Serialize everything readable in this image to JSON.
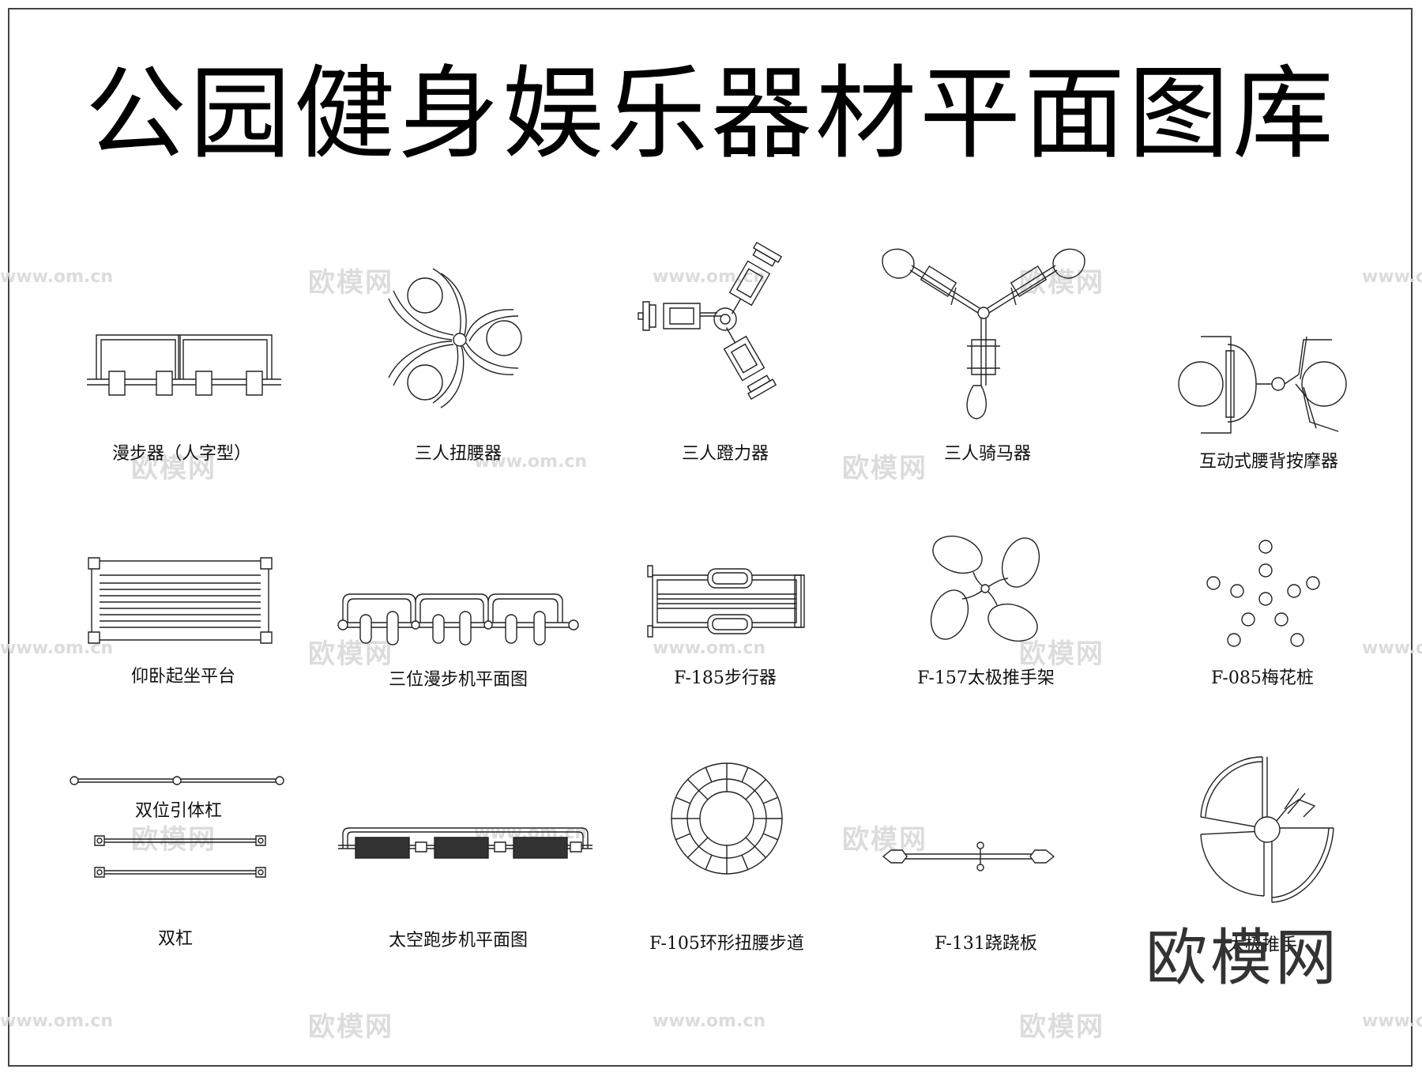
{
  "title": "公园健身娱乐器材平面图库",
  "brand": "欧模网",
  "watermark": {
    "cn": "欧模网",
    "url": "www.om.cn"
  },
  "items": [
    {
      "id": "walker-y",
      "label": "漫步器（人字型）",
      "icon": "walker-y-icon"
    },
    {
      "id": "waist-twister-3",
      "label": "三人扭腰器",
      "icon": "waist-twister-icon"
    },
    {
      "id": "leg-press-3",
      "label": "三人蹬力器",
      "icon": "leg-press-icon"
    },
    {
      "id": "horse-rider-3",
      "label": "三人骑马器",
      "icon": "horse-rider-icon"
    },
    {
      "id": "back-massager",
      "label": "互动式腰背按摩器",
      "icon": "back-massager-icon"
    },
    {
      "id": "situp-bench",
      "label": "仰卧起坐平台",
      "icon": "situp-bench-icon"
    },
    {
      "id": "walker-3",
      "label": "三位漫步机平面图",
      "icon": "triple-walker-icon"
    },
    {
      "id": "stepper-f185",
      "label": "F-185步行器",
      "icon": "stepper-icon"
    },
    {
      "id": "taichi-f157",
      "label": "F-157太极推手架",
      "icon": "taichi-wheel-icon"
    },
    {
      "id": "plum-f085",
      "label": "F-085梅花桩",
      "icon": "plum-posts-icon"
    },
    {
      "id": "pullup-double",
      "label": "双位引体杠",
      "icon": "pullup-bar-icon"
    },
    {
      "id": "parallel-bars",
      "label": "双杠",
      "icon": "parallel-bars-icon"
    },
    {
      "id": "space-walker",
      "label": "太空跑步机平面图",
      "icon": "space-walker-icon"
    },
    {
      "id": "ring-f105",
      "label": "F-105环形扭腰步道",
      "icon": "ring-path-icon"
    },
    {
      "id": "seesaw-f131",
      "label": "F-131跷跷板",
      "icon": "seesaw-icon"
    },
    {
      "id": "taichi-pusher",
      "label": "太极推手",
      "icon": "taichi-pusher-icon"
    }
  ]
}
